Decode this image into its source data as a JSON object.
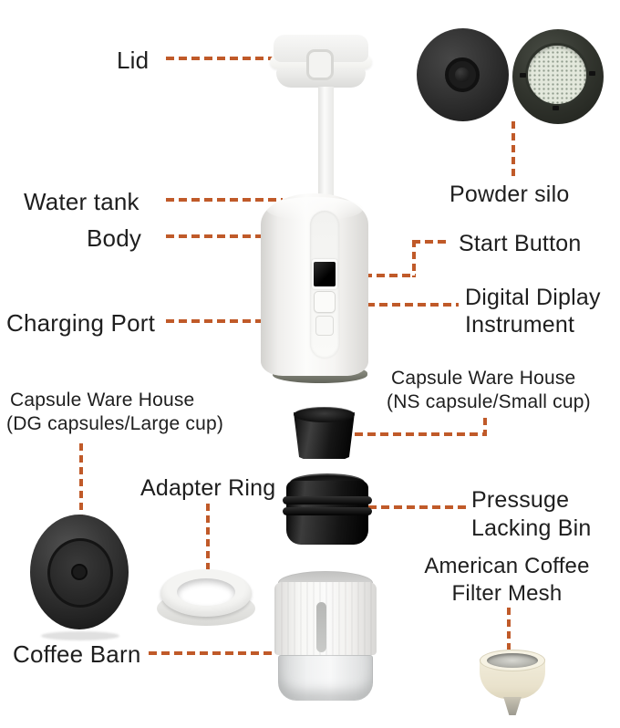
{
  "colors": {
    "accent": "#c05a29",
    "text": "#1e1e1e",
    "background": "#ffffff"
  },
  "diagram": {
    "type": "exploded-product-diagram",
    "subject": "portable capsule coffee machine"
  },
  "labels": {
    "lid": "Lid",
    "water_tank": "Water tank",
    "body": "Body",
    "charging_port": "Charging Port",
    "powder_silo": "Powder silo",
    "start_button": "Start Button",
    "digital_display_line1": "Digital Diplay",
    "digital_display_line2": "Instrument",
    "capsule_ns_line1": "Capsule Ware House",
    "capsule_ns_line2": "(NS capsule/Small cup)",
    "capsule_dg_line1": "Capsule Ware House",
    "capsule_dg_line2": "(DG capsules/Large cup)",
    "adapter_ring": "Adapter Ring",
    "pressuge_line1": "Pressuge",
    "pressuge_line2": "Lacking Bin",
    "american_line1": "American Coffee",
    "american_line2": "Filter Mesh",
    "coffee_barn": "Coffee Barn"
  },
  "icons": {
    "lid_illustration": "white-lid-with-square-button",
    "stem_illustration": "water-pipe-stem",
    "machine_body_illustration": "white-cylinder-body",
    "display_screen": "black-display-screen",
    "start_button_control": "white-square-button",
    "charging_port_cover": "white-square-cover",
    "powder_silo_back": "black-disc-with-knob",
    "powder_silo_front": "black-ring-with-mesh",
    "capsule_ns_cup": "small-black-cup",
    "pressure_locking_bin": "black-ribbed-container",
    "capsule_dg_cup": "large-black-disc-cup",
    "adapter_ring_part": "white-plastic-ring",
    "coffee_barn_part": "white-grinder-with-clear-jar",
    "filter_mesh_part": "cream-funnel-with-metal-mesh"
  }
}
